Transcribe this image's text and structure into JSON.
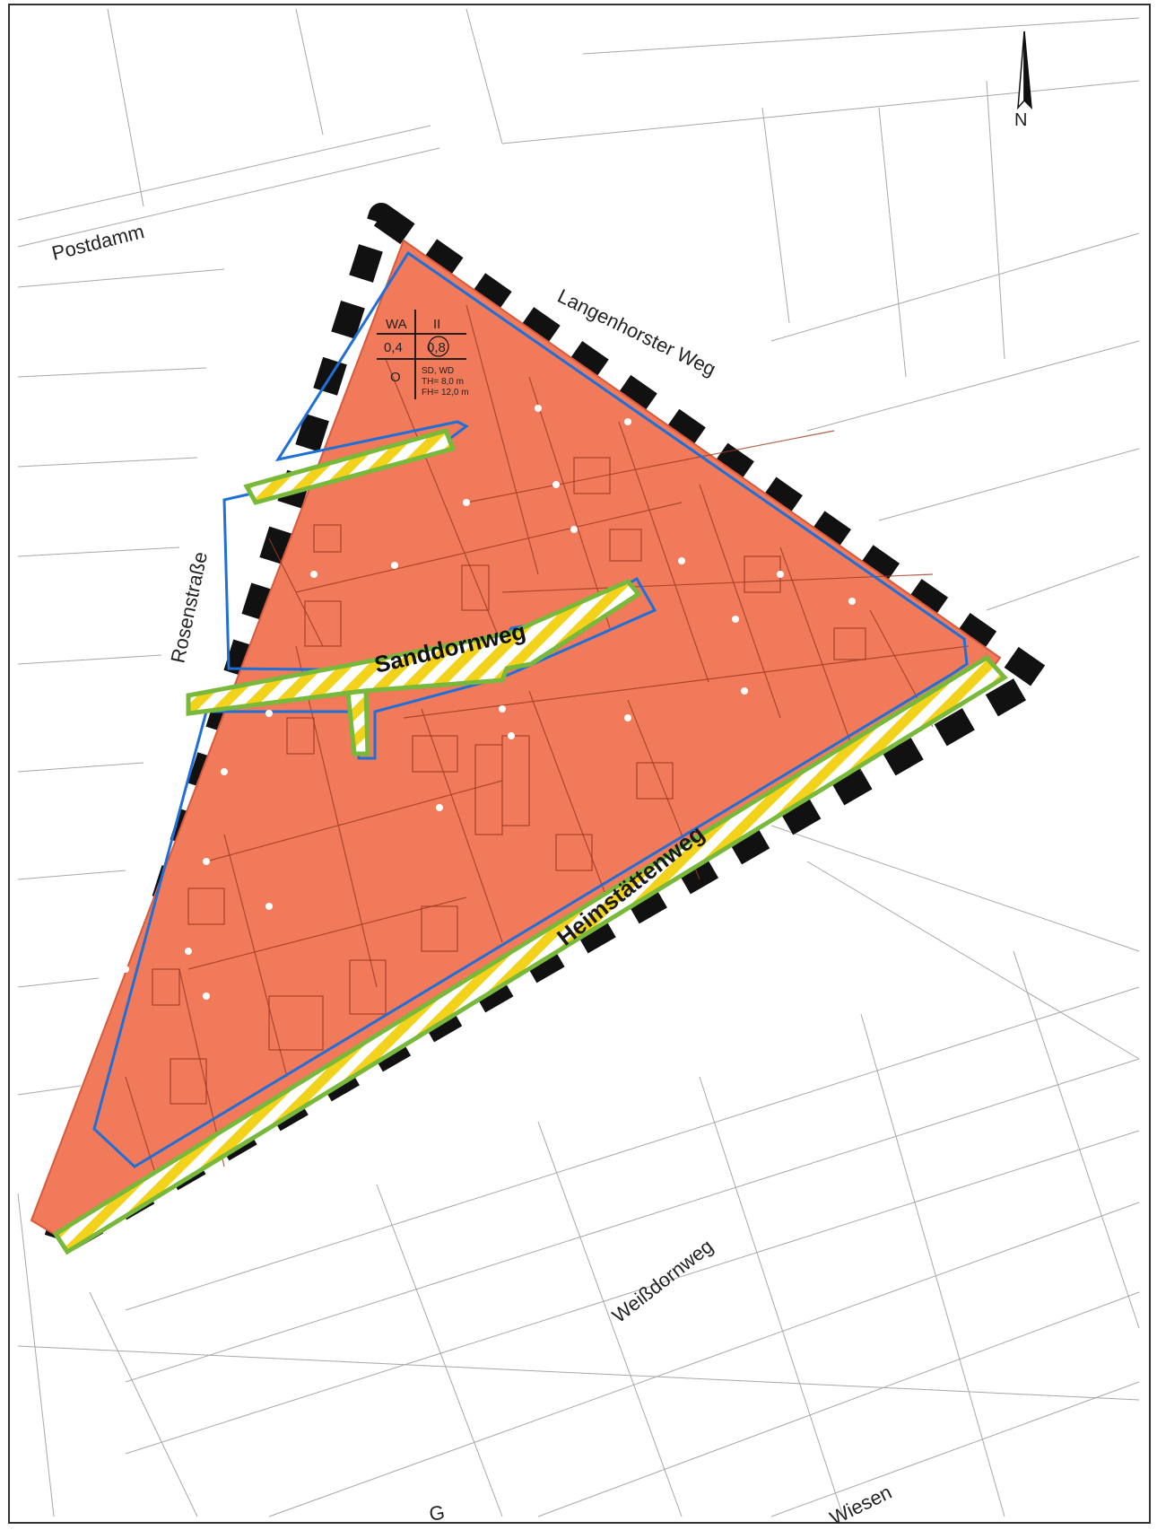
{
  "streets": {
    "postdamm": "Postdamm",
    "langenhorster_weg": "Langenhorster Weg",
    "rosenstrasse": "Rosenstraße",
    "sanddornweg": "Sanddornweg",
    "heimstaettenweg": "Heimstättenweg",
    "weissdornweg": "Weißdornweg",
    "wiesen": "Wiesen",
    "bottom_partial": "G"
  },
  "north_arrow": {
    "label": "N"
  },
  "nutzungsschablone": {
    "area_type": "WA",
    "storeys": "II",
    "grz": "0,4",
    "gfz": "0,8",
    "bauweise": "O",
    "roof": "SD, WD",
    "traufhoehe": "TH= 8,0 m",
    "firsthoehe": "FH= 12,0 m"
  },
  "colors": {
    "building_area": "#f07a5a",
    "scope_boundary": "#111111",
    "building_line": "#1f6fd6",
    "road_green": "#78b83a",
    "road_yellow": "#f2d21b",
    "cadastre_line": "#9a9a9a"
  },
  "icons": {
    "north": "north-arrow-icon"
  }
}
